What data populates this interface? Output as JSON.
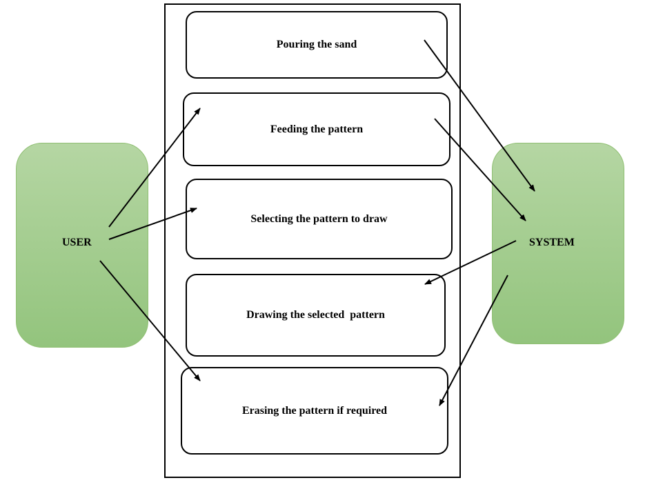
{
  "actors": {
    "user": {
      "label": "USER"
    },
    "system": {
      "label": "SYSTEM"
    }
  },
  "use_cases": [
    {
      "label": "Pouring the sand"
    },
    {
      "label": "Feeding the pattern"
    },
    {
      "label": "Selecting the pattern to draw"
    },
    {
      "label": "Drawing the selected  pattern"
    },
    {
      "label": "Erasing the pattern if required"
    }
  ],
  "colors": {
    "actor_fill_top": "#b5d6a3",
    "actor_fill_bottom": "#93c47d",
    "actor_border": "#8fbf72",
    "line": "#000000"
  }
}
